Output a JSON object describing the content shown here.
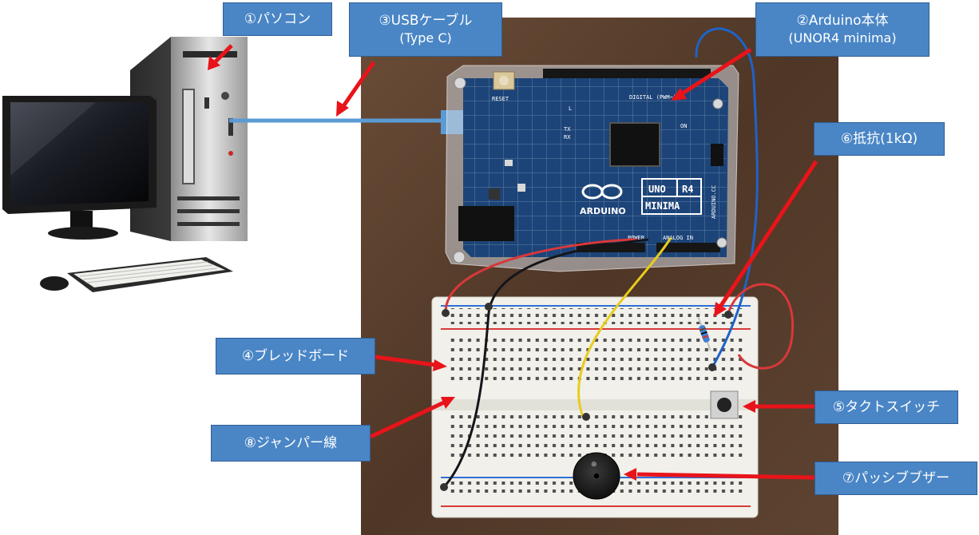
{
  "labels": {
    "pc": "①パソコン",
    "usb_cable": "③USBケーブル",
    "usb_cable_type": "(Type C)",
    "arduino": "②Arduino本体",
    "arduino_model": "(UNOR4 minima)",
    "resistor": "⑥抵抗(1kΩ)",
    "breadboard": "④ブレッドボード",
    "tact_switch": "⑤タクトスイッチ",
    "jumper_wire": "⑧ジャンパー線",
    "passive_buzzer": "⑦パッシブブザー"
  },
  "board_text": {
    "reset": "RESET",
    "digital": "DIGITAL (PWM~)",
    "uno": "UNO",
    "r4": "R4",
    "minima": "MINIMA",
    "brand": "ARDUINO",
    "website": "ARDUINO.CC",
    "power": "POWER",
    "analog_in": "ANALOG IN",
    "tx": "TX",
    "rx": "RX",
    "on": "ON",
    "l": "L"
  },
  "colors": {
    "callout_fill": "#4a86c6",
    "arrow": "#e8141a",
    "board": "#1c4478",
    "wood": "#5a4030",
    "usb_cable": "#5b9bd5",
    "wire_red": "#d8383a",
    "wire_blue": "#1f63c8",
    "wire_yellow": "#e8cc1c",
    "wire_black": "#15151a"
  }
}
